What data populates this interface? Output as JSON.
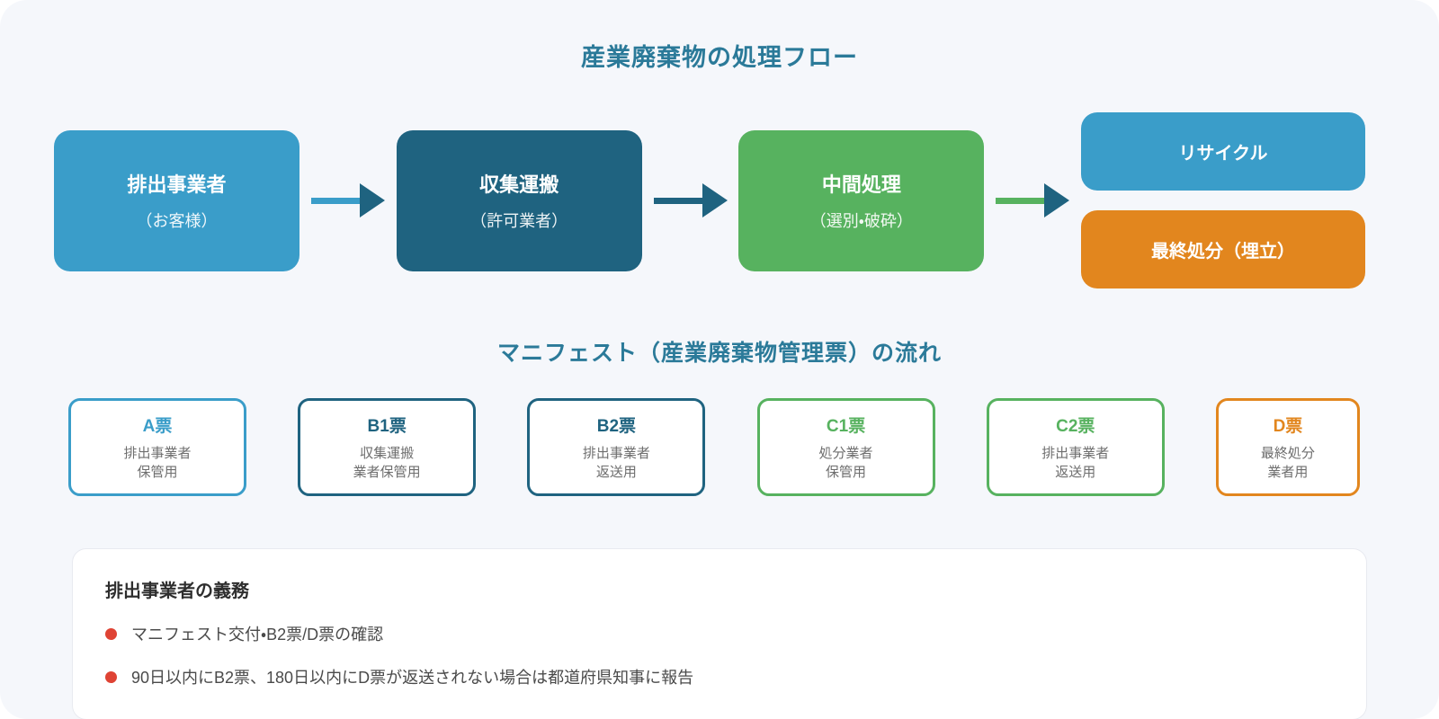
{
  "page": {
    "background": "#f5f7fb",
    "title_color": "#2b7a99"
  },
  "flow": {
    "title": "産業廃棄物の処理フロー",
    "arrow_head_color": "#1f6380",
    "nodes": [
      {
        "title": "排出事業者",
        "subtitle": "（お客様）",
        "color": "#3a9dc9"
      },
      {
        "title": "収集運搬",
        "subtitle": "（許可業者）",
        "color": "#1f6380"
      },
      {
        "title": "中間処理",
        "subtitle": "（選別・破砕）",
        "color": "#57b25f"
      }
    ],
    "outcomes": [
      {
        "label": "リサイクル",
        "color": "#3a9dc9"
      },
      {
        "label": "最終処分（埋立）",
        "color": "#e2861e"
      }
    ]
  },
  "manifest": {
    "title": "マニフェスト（産業廃棄物管理票）の流れ",
    "cards": [
      {
        "label": "A票",
        "desc": "排出事業者\n保管用",
        "color": "#3a9dc9"
      },
      {
        "label": "B1票",
        "desc": "収集運搬\n業者保管用",
        "color": "#1f6380"
      },
      {
        "label": "B2票",
        "desc": "排出事業者\n返送用",
        "color": "#1f6380"
      },
      {
        "label": "C1票",
        "desc": "処分業者\n保管用",
        "color": "#57b25f"
      },
      {
        "label": "C2票",
        "desc": "排出事業者\n返送用",
        "color": "#57b25f"
      },
      {
        "label": "D票",
        "desc": "最終処分\n業者用",
        "color": "#e2861e"
      }
    ]
  },
  "obligations": {
    "title": "排出事業者の義務",
    "bullet_color": "#df4334",
    "items": [
      "マニフェスト交付・B2票/D票の確認",
      "90日以内にB2票、180日以内にD票が返送されない場合は都道府県知事に報告"
    ]
  }
}
